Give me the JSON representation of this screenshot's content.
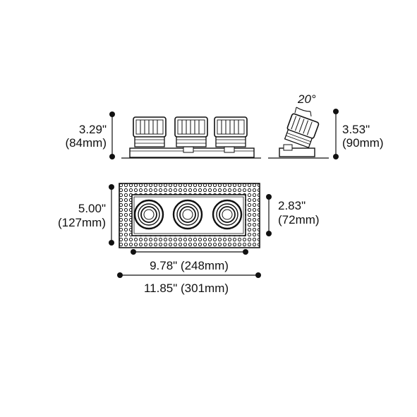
{
  "dimensions": {
    "side_height": {
      "inch": "3.29\"",
      "mm": "(84mm)"
    },
    "tilt_height": {
      "inch": "3.53\"",
      "mm": "(90mm)"
    },
    "tilt_angle": "20°",
    "trim_height": {
      "inch": "5.00\"",
      "mm": "(127mm)"
    },
    "cutout_height": {
      "inch": "2.83\"",
      "mm": "(72mm)"
    },
    "cutout_width": "9.78\" (248mm)",
    "trim_width": "11.85\" (301mm)"
  },
  "colors": {
    "line": "#111111",
    "background": "#ffffff"
  }
}
